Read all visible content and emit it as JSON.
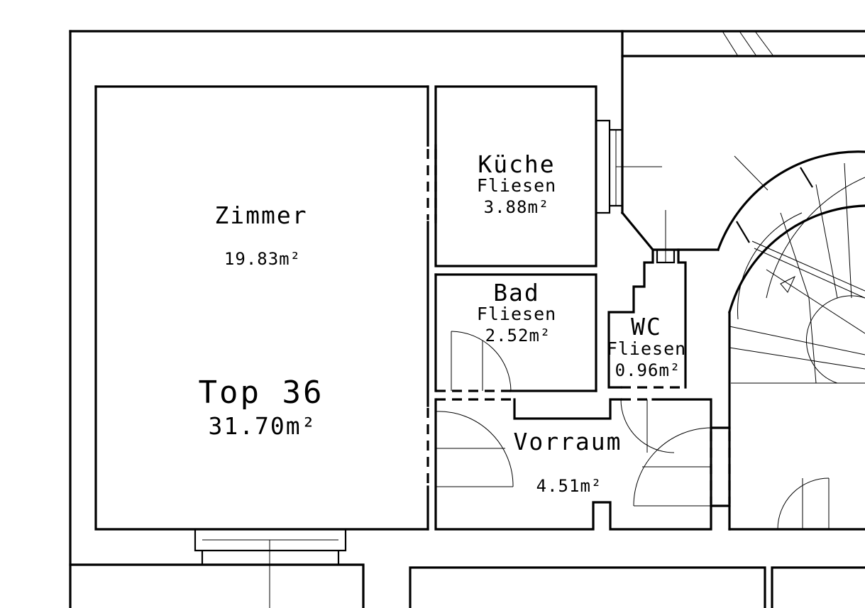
{
  "plan": {
    "unit_title": "Top 36",
    "unit_area": "31.70m²",
    "rooms": {
      "zimmer": {
        "name": "Zimmer",
        "area": "19.83m²"
      },
      "kueche": {
        "name": "Küche",
        "floor": "Fliesen",
        "area": "3.88m²"
      },
      "bad": {
        "name": "Bad",
        "floor": "Fliesen",
        "area": "2.52m²"
      },
      "wc": {
        "name": "WC",
        "floor": "Fliesen",
        "area": "0.96m²"
      },
      "vorraum": {
        "name": "Vorraum",
        "area": "4.51m²"
      }
    }
  }
}
